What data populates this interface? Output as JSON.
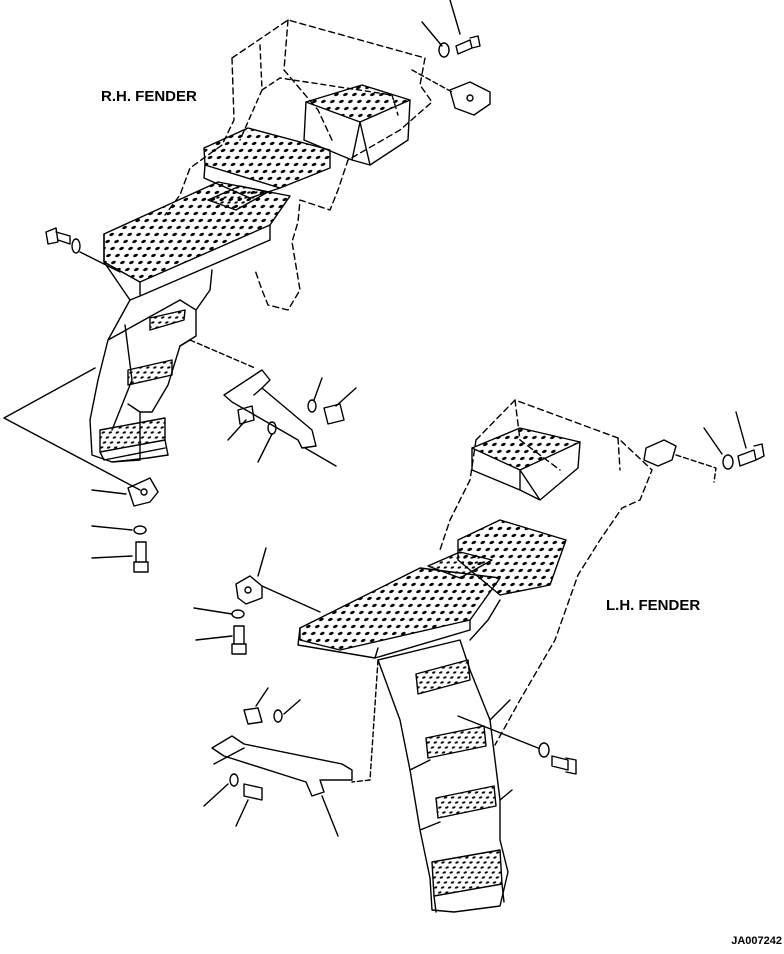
{
  "labels": {
    "rh_fender": "R.H. FENDER",
    "lh_fender": "L.H. FENDER",
    "drawing_id": "JA007242"
  },
  "line_color": "#000000",
  "background": "#ffffff"
}
